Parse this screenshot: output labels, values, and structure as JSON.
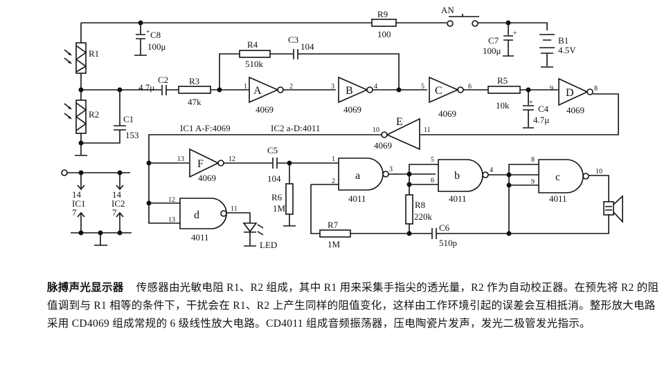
{
  "diagram": {
    "title": "脉搏声光显示器",
    "ic_note_1": "IC1 A-F:4069",
    "ic_note_2": "IC2 a-D:4011",
    "components": {
      "R1": {
        "name": "R1"
      },
      "R2": {
        "name": "R2"
      },
      "R3": {
        "name": "R3",
        "value": "47k"
      },
      "R4": {
        "name": "R4",
        "value": "510k"
      },
      "R5": {
        "name": "R5",
        "value": "10k"
      },
      "R6": {
        "name": "R6",
        "value": "1M"
      },
      "R7": {
        "name": "R7",
        "value": "1M"
      },
      "R8": {
        "name": "R8",
        "value": "220k"
      },
      "R9": {
        "name": "R9",
        "value": "100"
      },
      "C1": {
        "name": "C1",
        "value": "153"
      },
      "C2": {
        "name": "C2",
        "value": "4.7μ"
      },
      "C3": {
        "name": "C3",
        "value": "104"
      },
      "C4": {
        "name": "C4",
        "value": "4.7μ"
      },
      "C5": {
        "name": "C5",
        "value": "104"
      },
      "C6": {
        "name": "C6",
        "value": "510p"
      },
      "C7": {
        "name": "C7",
        "value": "100μ"
      },
      "C8": {
        "name": "C8",
        "value": "100μ"
      },
      "B1": {
        "name": "B1",
        "value": "4.5V"
      },
      "AN": {
        "name": "AN"
      },
      "LED": {
        "name": "LED"
      }
    },
    "inverters": [
      {
        "id": "A",
        "chip": "4069",
        "in_pin": "1",
        "out_pin": "2"
      },
      {
        "id": "B",
        "chip": "4069",
        "in_pin": "3",
        "out_pin": "4"
      },
      {
        "id": "C",
        "chip": "4069",
        "in_pin": "5",
        "out_pin": "6"
      },
      {
        "id": "D",
        "chip": "4069",
        "in_pin": "9",
        "out_pin": "8"
      },
      {
        "id": "E",
        "chip": "4069",
        "in_pin": "11",
        "out_pin": "10"
      },
      {
        "id": "F",
        "chip": "4069",
        "in_pin": "13",
        "out_pin": "12"
      }
    ],
    "nand_gates": [
      {
        "id": "a",
        "chip": "4011",
        "in1": "1",
        "in2": "2",
        "out": "3"
      },
      {
        "id": "b",
        "chip": "4011",
        "in1": "5",
        "in2": "6",
        "out": "4"
      },
      {
        "id": "c",
        "chip": "4011",
        "in1": "8",
        "in2": "9",
        "out": "10"
      },
      {
        "id": "d",
        "chip": "4011",
        "in1": "12",
        "in2": "13",
        "out": "11"
      }
    ],
    "power": {
      "ic1": "IC1",
      "ic2": "IC2",
      "vdd_pin": "14",
      "gnd_pin": "7"
    }
  },
  "caption": {
    "title": "脉搏声光显示器",
    "body": "传感器由光敏电阻 R1、R2 组成，其中 R1 用来采集手指尖的透光量，R2 作为自动校正器。在预先将 R2 的阻值调到与 R1 相等的条件下，干扰会在 R1、R2 上产生同样的阻值变化，这样由工作环境引起的误差会互相抵消。整形放大电路采用 CD4069 组成常规的 6 级线性放大电路。CD4011 组成音频振荡器，压电陶瓷片发声，发光二极管发光指示。"
  }
}
